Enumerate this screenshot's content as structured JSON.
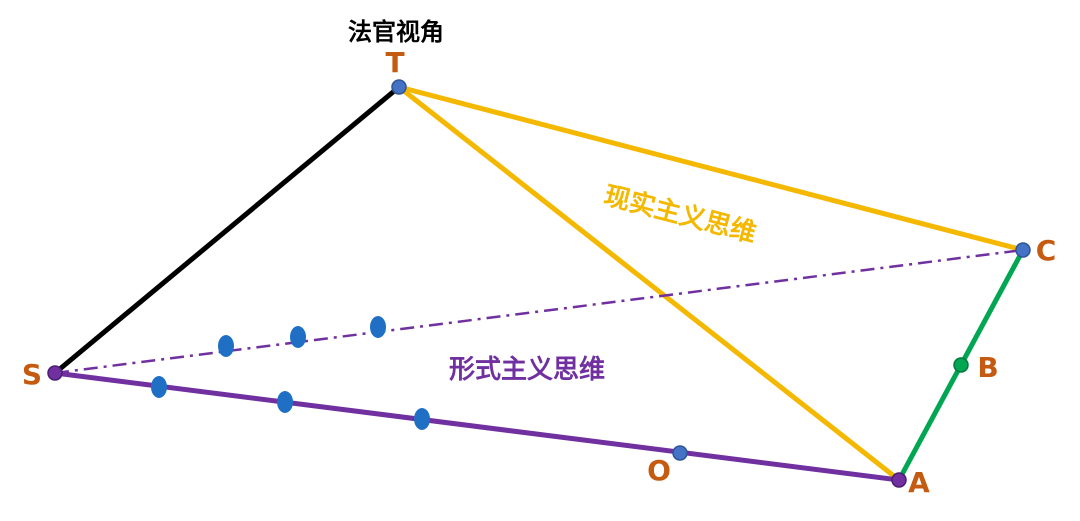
{
  "title": "法官视角",
  "labels": {
    "realism": "现实主义思维",
    "formalism": "形式主义思维"
  },
  "points": {
    "T": "T",
    "S": "S",
    "C": "C",
    "B": "B",
    "A": "A",
    "O": "O"
  },
  "colors": {
    "black_line": "#000000",
    "yellow": "#F5B800",
    "purple": "#7030A0",
    "green": "#00A651",
    "blue_dot": "#1F6FC5",
    "point_label": "#C55A11",
    "title": "#000000"
  }
}
